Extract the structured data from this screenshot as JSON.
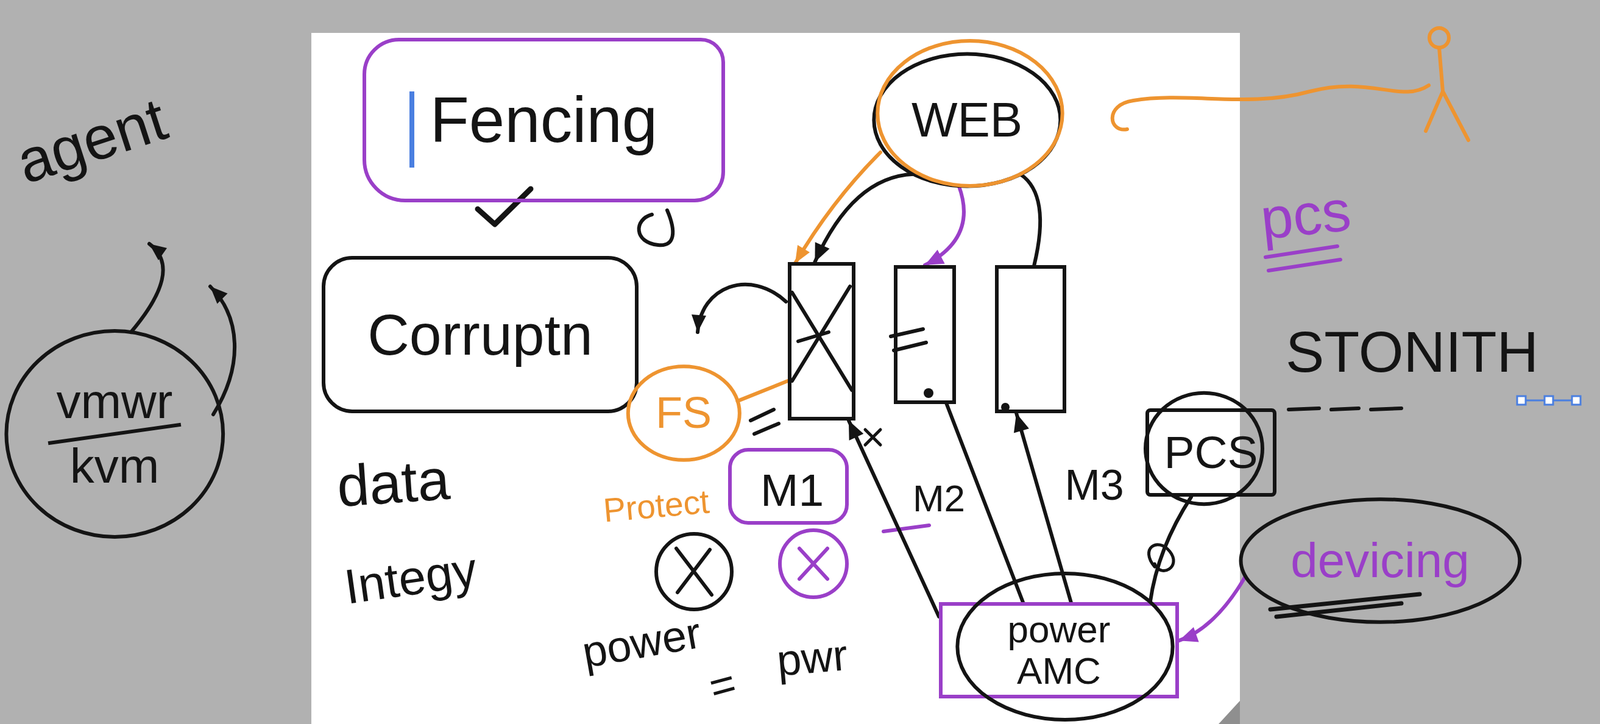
{
  "diagram": {
    "nodes": [
      {
        "text": [
          "Fencing"
        ]
      },
      {
        "text": [
          "WEB"
        ]
      },
      {
        "text": [
          "Corruptn"
        ]
      },
      {
        "text": [
          "vmwr",
          "kvm"
        ]
      },
      {
        "text": [
          "M1"
        ]
      },
      {
        "text": [
          "M2"
        ]
      },
      {
        "text": [
          "M3"
        ]
      },
      {
        "text": [
          "FS"
        ]
      },
      {
        "text": [
          "PCS"
        ]
      },
      {
        "text": [
          "devicing"
        ]
      },
      {
        "text": [
          "power AMC"
        ]
      }
    ],
    "edges": [
      {
        "from": 1,
        "to": 4,
        "arrow": "to"
      },
      {
        "from": 1,
        "to": 5,
        "arrow": "to"
      },
      {
        "from": 1,
        "to": 6,
        "arrow": "none"
      },
      {
        "from": 10,
        "to": 4,
        "arrow": "to"
      },
      {
        "from": 10,
        "to": 5,
        "arrow": "none"
      },
      {
        "from": 10,
        "to": 6,
        "arrow": "to"
      },
      {
        "from": 10,
        "to": 8,
        "arrow": "none"
      },
      {
        "from": 9,
        "to": 10,
        "arrow": "to"
      },
      {
        "from": 7,
        "to": 4,
        "arrow": "none"
      }
    ],
    "labels": [
      "agent",
      "data",
      "Integy",
      "Protect",
      "power",
      "=",
      "pwr",
      "pcs",
      "STONITH"
    ]
  }
}
